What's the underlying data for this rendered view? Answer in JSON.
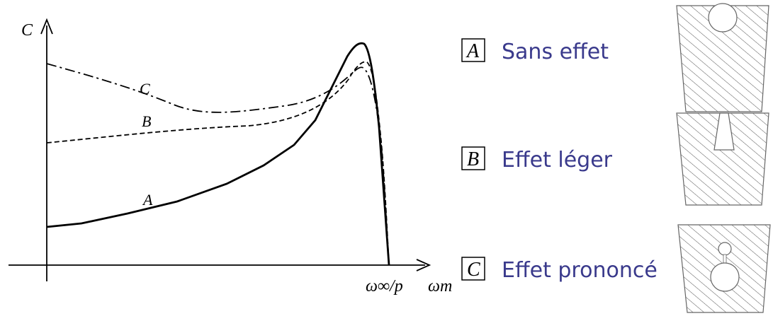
{
  "axes": {
    "y_label": "C",
    "x_tick_label": "ω∞/p",
    "x_label": "ωm"
  },
  "curves": [
    {
      "id": "A",
      "label": "A",
      "style": "solid"
    },
    {
      "id": "B",
      "label": "B",
      "style": "dashed"
    },
    {
      "id": "C",
      "label": "C",
      "style": "dash-dot"
    }
  ],
  "legend": [
    {
      "key": "A",
      "text": "Sans effet"
    },
    {
      "key": "B",
      "text": "Effet léger"
    },
    {
      "key": "C",
      "text": "Effet prononcé"
    }
  ],
  "slot_icons": [
    {
      "key": "A",
      "shape": "round-slot"
    },
    {
      "key": "B",
      "shape": "trapezoid-slot"
    },
    {
      "key": "C",
      "shape": "double-cage-slot"
    }
  ],
  "colors": {
    "legend_text": "#3a3a8c",
    "curve": "#000000",
    "hatch": "#555555"
  }
}
